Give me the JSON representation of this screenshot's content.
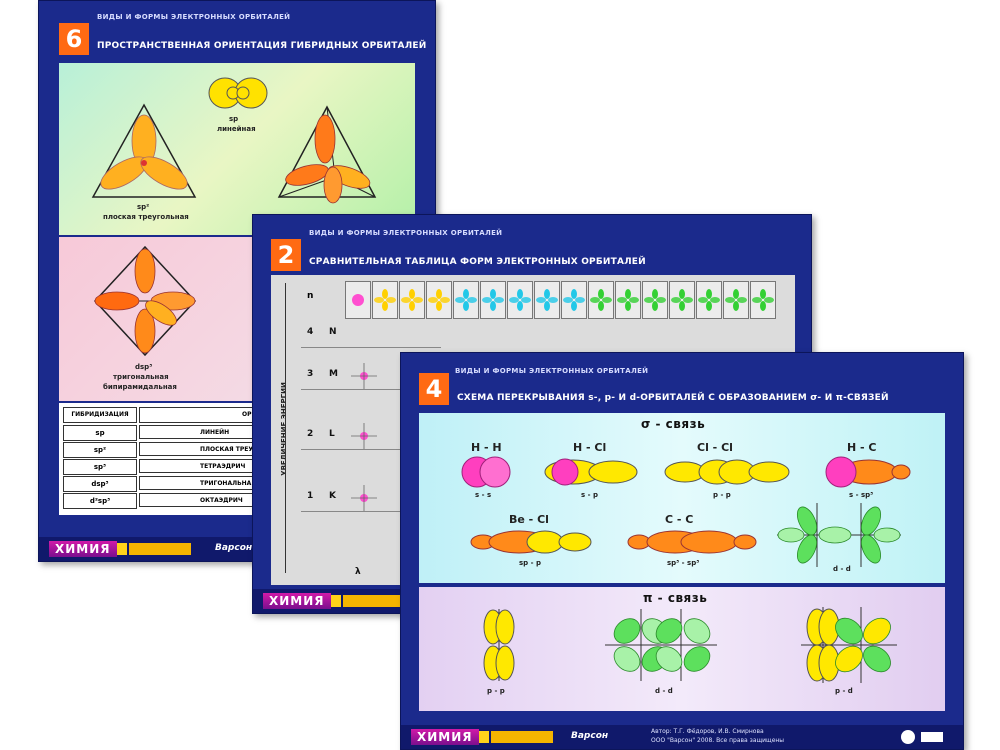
{
  "poster6": {
    "supertitle": "ВИДЫ И ФОРМЫ ЭЛЕКТРОННЫХ ОРБИТАЛЕЙ",
    "number": "6",
    "title": "ПРОСТРАНСТВЕННАЯ ОРИЕНТАЦИЯ ГИБРИДНЫХ ОРБИТАЛЕЙ",
    "labels": {
      "sp": "sp",
      "sp_desc": "линейная",
      "sp2": "sp²",
      "sp2_desc": "плоская треугольная",
      "sp3d": "dsp³",
      "sp3d_desc1": "тригональная",
      "sp3d_desc2": "бипирамидальная"
    },
    "table": {
      "headers": [
        "ГИБРИДИЗАЦИЯ",
        "ОРИЕНТАЦИЯ ОРБ."
      ],
      "rows": [
        [
          "sp",
          "ЛИНЕЙН"
        ],
        [
          "sp²",
          "ПЛОСКАЯ ТРЕУ"
        ],
        [
          "sp³",
          "ТЕТРАЭДРИЧ"
        ],
        [
          "dsp³",
          "ТРИГОНАЛЬНАЯ БИП"
        ],
        [
          "d²sp³",
          "ОКТАЭДРИЧ"
        ]
      ]
    },
    "brand": "ХИМИЯ",
    "publisher": "Варсон"
  },
  "poster2": {
    "supertitle": "ВИДЫ И ФОРМЫ ЭЛЕКТРОННЫХ ОРБИТАЛЕЙ",
    "number": "2",
    "title": "СРАВНИТЕЛЬНАЯ ТАБЛИЦА ФОРМ ЭЛЕКТРОННЫХ ОРБИТАЛЕЙ",
    "axis_label": "УВЕЛИЧЕНИЕ ЭНЕРГИИ",
    "header_n": "n",
    "rows": [
      {
        "n": "4",
        "shell": "N"
      },
      {
        "n": "3",
        "shell": "M"
      },
      {
        "n": "2",
        "shell": "L"
      },
      {
        "n": "1",
        "shell": "K"
      }
    ],
    "bottom_label": "λ",
    "brand": "ХИМИЯ"
  },
  "poster4": {
    "supertitle": "ВИДЫ И ФОРМЫ ЭЛЕКТРОННЫХ ОРБИТАЛЕЙ",
    "number": "4",
    "title": "СХЕМА ПЕРЕКРЫВАНИЯ s-, p- И d-ОРБИТАЛЕЙ С ОБРАЗОВАНИЕМ σ- И π-СВЯЗЕЙ",
    "sigma_title": "σ - связь",
    "pi_title": "π - связь",
    "sigma_items": [
      {
        "top": "H - H",
        "bottom": "s - s"
      },
      {
        "top": "H - Cl",
        "bottom": "s - p"
      },
      {
        "top": "Cl - Cl",
        "bottom": "p - p"
      },
      {
        "top": "H - C",
        "bottom": "s - sp³"
      },
      {
        "top": "Be - Cl",
        "bottom": "sp - p"
      },
      {
        "top": "C - C",
        "bottom": "sp³ - sp³"
      },
      {
        "top": "",
        "bottom": "d - d"
      }
    ],
    "pi_items": [
      {
        "bottom": "p - p"
      },
      {
        "bottom": "d - d"
      },
      {
        "bottom": "p - d"
      }
    ],
    "brand": "ХИМИЯ",
    "publisher": "Варсон",
    "credit1": "Автор: Т.Г. Фёдоров, И.В. Смирнова",
    "credit2": "ООО \"Варсон\" 2008. Все права защищены"
  }
}
